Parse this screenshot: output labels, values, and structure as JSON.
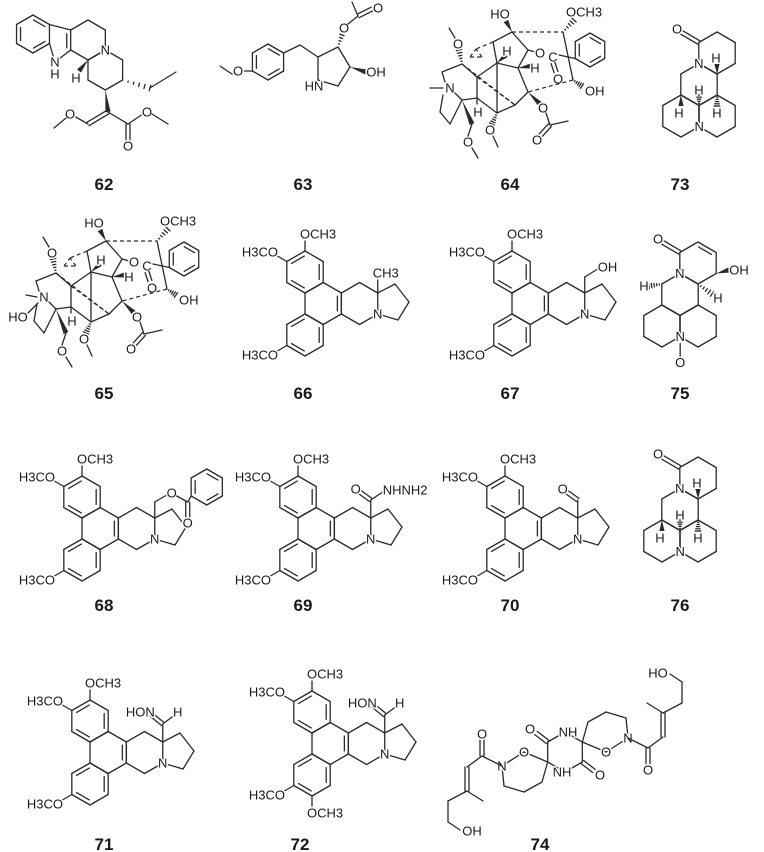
{
  "compounds": {
    "c62": {
      "label": "62",
      "atoms": [
        "N",
        "H",
        "N",
        "H",
        "O",
        "O",
        "O"
      ]
    },
    "c63": {
      "label": "63",
      "atoms": [
        "O",
        "HN",
        "OH",
        "O",
        "O"
      ]
    },
    "c64": {
      "label": "64",
      "atoms": [
        "HO",
        "OCH3",
        "O",
        "C",
        "O",
        "OH",
        "O",
        "O",
        "N",
        "O",
        "H",
        "H",
        "H",
        "O",
        "O"
      ]
    },
    "c73": {
      "label": "73",
      "atoms": [
        "O",
        "N",
        "N",
        "H",
        "H",
        "H",
        "H"
      ]
    },
    "c65": {
      "label": "65",
      "atoms": [
        "HO",
        "OCH3",
        "O",
        "C",
        "O",
        "OH",
        "O",
        "O",
        "N",
        "O",
        "H",
        "H",
        "H",
        "O",
        "O",
        "HO"
      ]
    },
    "c66": {
      "label": "66",
      "atoms": [
        "OCH3",
        "H3CO",
        "H3CO",
        "N",
        "CH3"
      ]
    },
    "c67": {
      "label": "67",
      "atoms": [
        "OCH3",
        "H3CO",
        "H3CO",
        "N",
        "OH"
      ]
    },
    "c75": {
      "label": "75",
      "atoms": [
        "O",
        "N",
        "N",
        "H",
        "H",
        "OH",
        "O"
      ]
    },
    "c68": {
      "label": "68",
      "atoms": [
        "OCH3",
        "H3CO",
        "H3CO",
        "N",
        "O",
        "O"
      ]
    },
    "c69": {
      "label": "69",
      "atoms": [
        "OCH3",
        "H3CO",
        "H3CO",
        "N",
        "O",
        "NHNH2"
      ]
    },
    "c70": {
      "label": "70",
      "atoms": [
        "OCH3",
        "H3CO",
        "H3CO",
        "N",
        "O"
      ]
    },
    "c76": {
      "label": "76",
      "atoms": [
        "O",
        "N",
        "N",
        "H",
        "H",
        "H",
        "H"
      ]
    },
    "c71": {
      "label": "71",
      "atoms": [
        "OCH3",
        "H3CO",
        "H3CO",
        "N",
        "HON",
        "H"
      ]
    },
    "c72": {
      "label": "72",
      "atoms": [
        "OCH3",
        "H3CO",
        "H3CO",
        "N",
        "HON",
        "H",
        "OCH3"
      ]
    },
    "c74": {
      "label": "74",
      "atoms": [
        "O",
        "NH",
        "NH",
        "O",
        "O",
        "N",
        "O",
        "HO",
        "O",
        "N",
        "O",
        "OH"
      ]
    }
  }
}
